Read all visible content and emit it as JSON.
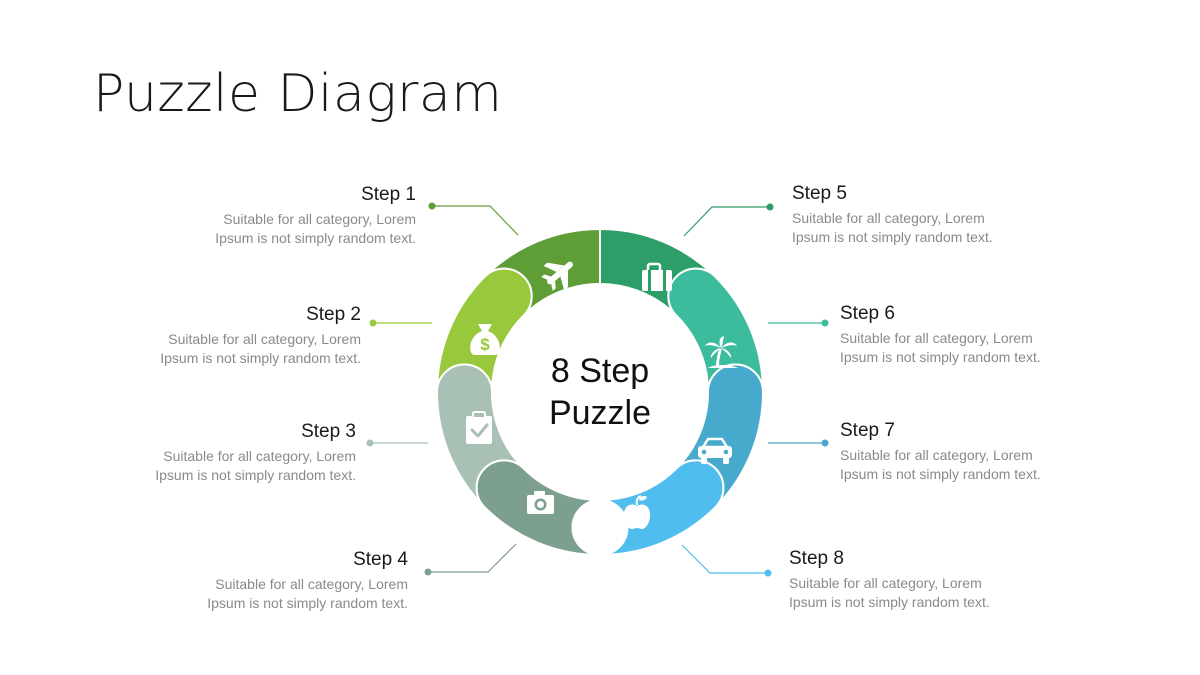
{
  "title": "Puzzle Diagram",
  "center": {
    "line1": "8 Step",
    "line2": "Puzzle"
  },
  "steps": [
    {
      "name": "Step 1",
      "desc1": "Suitable for all category, Lorem",
      "desc2": "Ipsum is not simply random text.",
      "color": "#5f9e37",
      "icon": "airplane-icon"
    },
    {
      "name": "Step 2",
      "desc1": "Suitable for all category, Lorem",
      "desc2": "Ipsum is not simply random text.",
      "color": "#98c93c",
      "icon": "money-bag-icon"
    },
    {
      "name": "Step 3",
      "desc1": "Suitable for all category, Lorem",
      "desc2": "Ipsum is not simply random text.",
      "color": "#a9c0b5",
      "icon": "clipboard-check-icon"
    },
    {
      "name": "Step 4",
      "desc1": "Suitable for all category, Lorem",
      "desc2": "Ipsum is not simply random text.",
      "color": "#7d9f8e",
      "icon": "camera-icon"
    },
    {
      "name": "Step 5",
      "desc1": "Suitable for all category, Lorem",
      "desc2": "Ipsum is not simply random text.",
      "color": "#2e9e68",
      "icon": "briefcase-icon"
    },
    {
      "name": "Step 6",
      "desc1": "Suitable for all category, Lorem",
      "desc2": "Ipsum is not simply random text.",
      "color": "#3dbb9d",
      "icon": "palm-tree-icon"
    },
    {
      "name": "Step 7",
      "desc1": "Suitable for all category, Lorem",
      "desc2": "Ipsum is not simply random text.",
      "color": "#47a9cc",
      "icon": "car-icon"
    },
    {
      "name": "Step 8",
      "desc1": "Suitable for all category, Lorem",
      "desc2": "Ipsum is not simply random text.",
      "color": "#4fbdee",
      "icon": "apple-icon"
    }
  ]
}
